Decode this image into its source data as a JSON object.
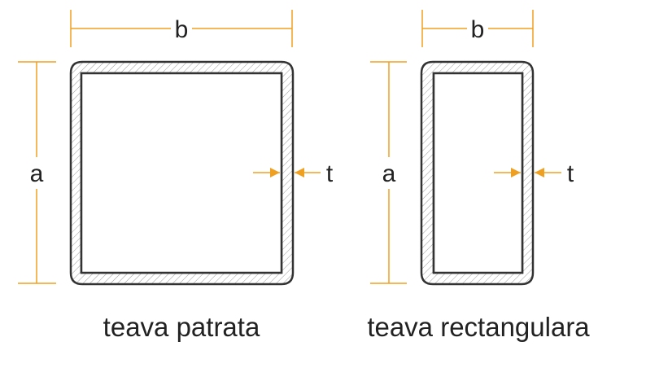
{
  "colors": {
    "dimension": "#f0a020",
    "outline": "#333333",
    "hatch": "#9a9a9a"
  },
  "square_tube": {
    "width_label": "b",
    "height_label": "a",
    "thickness_label": "t",
    "caption": "teava patrata"
  },
  "rect_tube": {
    "width_label": "b",
    "height_label": "a",
    "thickness_label": "t",
    "caption": "teava rectangulara"
  }
}
